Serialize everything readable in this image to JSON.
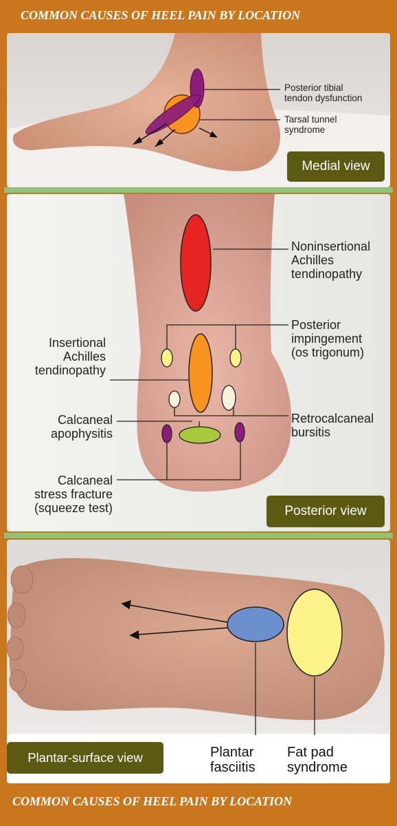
{
  "banner_top": "COMMON CAUSES OF HEEL PAIN BY LOCATION",
  "banner_bottom": "COMMON CAUSES OF HEEL PAIN BY LOCATION",
  "medial": {
    "view_label": "Medial  view",
    "label_1": [
      "Posterior tibial",
      "tendon dysfunction"
    ],
    "label_2": [
      "Tarsal tunnel",
      "syndrome"
    ]
  },
  "posterior": {
    "view_label": "Posterior view",
    "noninsertional": [
      "Noninsertional",
      "Achilles",
      "tendinopathy"
    ],
    "impingement": [
      "Posterior",
      "impingement",
      "(os trigonum)"
    ],
    "insertional": [
      "Insertional",
      "Achilles",
      "tendinopathy"
    ],
    "apophysitis": [
      "Calcaneal",
      "apophysitis"
    ],
    "retrocalcaneal": [
      "Retrocalcaneal",
      "bursitis"
    ],
    "stress_fracture": [
      "Calcaneal",
      "stress fracture",
      "(squeeze test)"
    ]
  },
  "plantar": {
    "view_label": "Plantar-surface view",
    "fasciitis": [
      "Plantar",
      "fasciitis"
    ],
    "fat_pad": [
      "Fat pad",
      "syndrome"
    ]
  },
  "colors": {
    "banner": "#c8771e",
    "badge": "#5a5a12",
    "red": "#e52320",
    "orange": "#f7931e",
    "purple": "#8b1c7a",
    "yellow": "#fbf28a",
    "green": "#a5c93a",
    "blue": "#6b8fcf"
  }
}
